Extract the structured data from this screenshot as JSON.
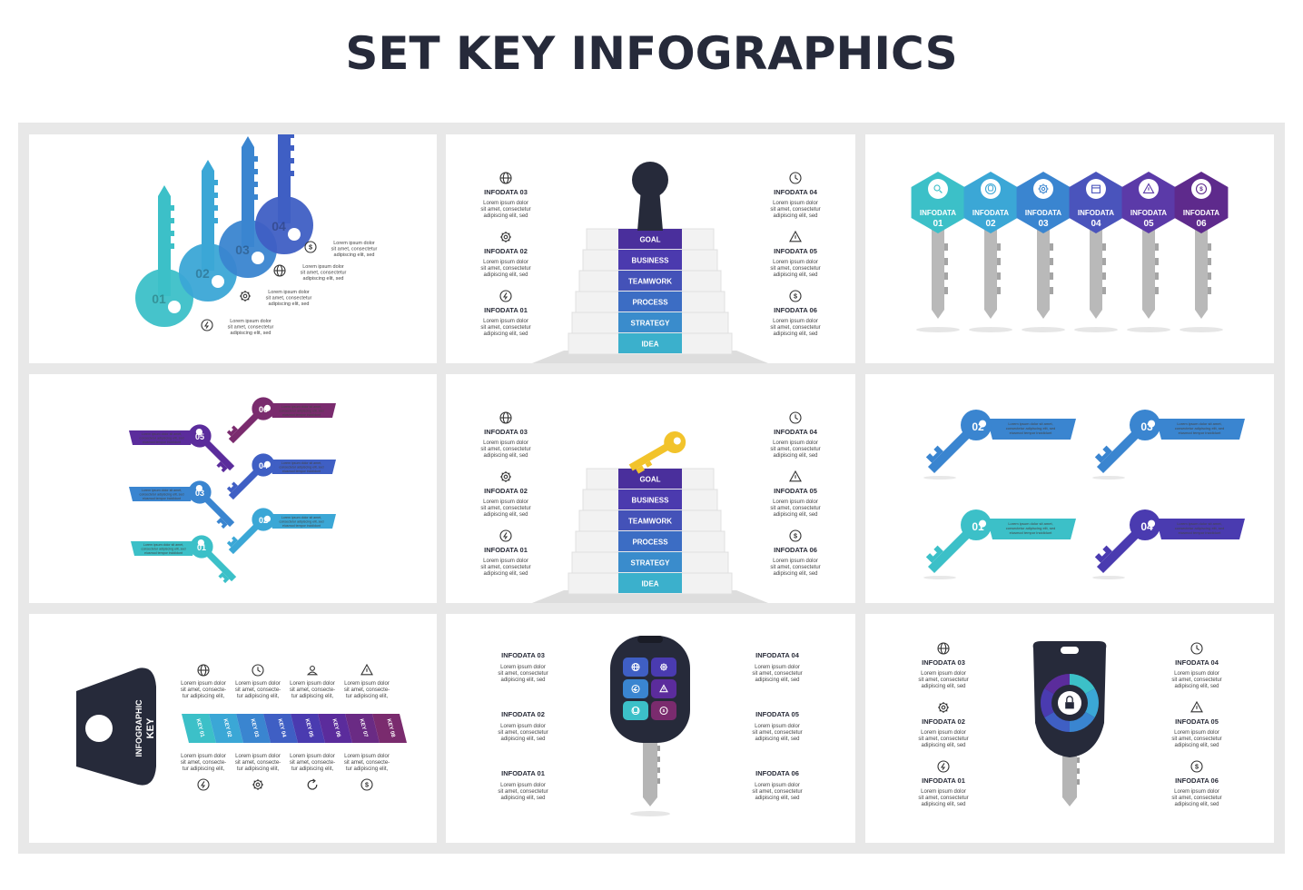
{
  "title": "SET KEY INFOGRAPHICS",
  "colors": {
    "teal": "#3cc0c8",
    "blue1": "#3ba7d6",
    "blue2": "#3a85d0",
    "blue3": "#3f5fc4",
    "indigo": "#4a3bb0",
    "purple": "#5b2c9c",
    "plum": "#7a2b6e",
    "dark": "#262a3a",
    "gold": "#f2c32b"
  },
  "lorem_short": [
    "Lorem ipsum dolor",
    "sit amet, consectetur",
    "adipiscing elit, sed"
  ],
  "lorem_mini": [
    "Lorem ipsum dolor sit amet,",
    "consectetur adipiscing elit, sed",
    "eiusmod tempor incididunt"
  ],
  "p1": {
    "numbers": [
      "01",
      "02",
      "03",
      "04"
    ],
    "icons": [
      "dollar-icon",
      "globe-icon",
      "gear-icon",
      "bolt-icon"
    ]
  },
  "stairs": {
    "steps": [
      "GOAL",
      "BUSINESS",
      "TEAMWORK",
      "PROCESS",
      "STRATEGY",
      "IDEA"
    ],
    "left": [
      {
        "title": "INFODATA 03",
        "icon": "globe-icon"
      },
      {
        "title": "INFODATA 02",
        "icon": "gear-icon"
      },
      {
        "title": "INFODATA 01",
        "icon": "bolt-icon"
      }
    ],
    "right": [
      {
        "title": "INFODATA 04",
        "icon": "clock-icon"
      },
      {
        "title": "INFODATA 05",
        "icon": "warning-icon"
      },
      {
        "title": "INFODATA 06",
        "icon": "dollar-icon"
      }
    ]
  },
  "hexkeys": [
    {
      "label": "INFODATA",
      "num": "01",
      "icon": "search-icon"
    },
    {
      "label": "INFODATA",
      "num": "02",
      "icon": "bulb-icon"
    },
    {
      "label": "INFODATA",
      "num": "03",
      "icon": "gear-icon"
    },
    {
      "label": "INFODATA",
      "num": "04",
      "icon": "calendar-icon"
    },
    {
      "label": "INFODATA",
      "num": "05",
      "icon": "warning-icon"
    },
    {
      "label": "INFODATA",
      "num": "06",
      "icon": "dollar-icon"
    }
  ],
  "diag_keys": [
    "01",
    "02",
    "03",
    "04",
    "05",
    "06"
  ],
  "quad_keys": [
    "01",
    "02",
    "03",
    "04"
  ],
  "big_key": {
    "label1": "INFOGRAPHIC",
    "label2": "KEY",
    "segments": [
      "KEY 01",
      "KEY 02",
      "KEY 03",
      "KEY 04",
      "KEY 05",
      "KEY 06",
      "KEY 07",
      "KEY 08"
    ],
    "top_icons": [
      "globe-icon",
      "clock-icon",
      "user-icon",
      "warning-icon"
    ],
    "bottom_icons": [
      "bolt-icon",
      "gear-icon",
      "refresh-icon",
      "dollar-icon"
    ],
    "text": [
      "Lorem ipsum dolor",
      "sit amet, consecte-",
      "tur adipiscing elit,"
    ]
  },
  "car_key": {
    "left": [
      "INFODATA 03",
      "INFODATA 02",
      "INFODATA 01"
    ],
    "right": [
      "INFODATA 04",
      "INFODATA 05",
      "INFODATA 06"
    ]
  },
  "lock_key": {
    "left": [
      {
        "title": "INFODATA 03",
        "icon": "globe-icon"
      },
      {
        "title": "INFODATA 02",
        "icon": "gear-icon"
      },
      {
        "title": "INFODATA 01",
        "icon": "bolt-icon"
      }
    ],
    "right": [
      {
        "title": "INFODATA 04",
        "icon": "clock-icon"
      },
      {
        "title": "INFODATA 05",
        "icon": "warning-icon"
      },
      {
        "title": "INFODATA 06",
        "icon": "dollar-icon"
      }
    ]
  }
}
